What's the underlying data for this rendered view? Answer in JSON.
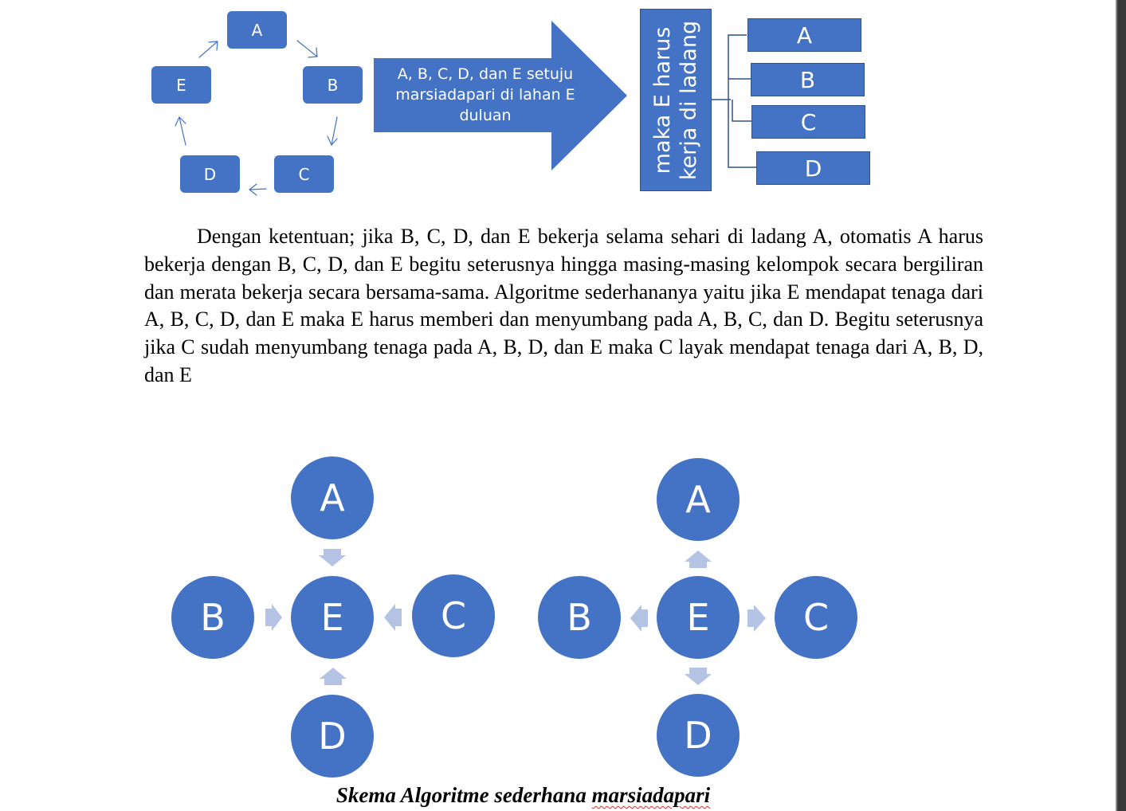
{
  "cycle_diagram": {
    "nodes": [
      "A",
      "B",
      "C",
      "D",
      "E"
    ]
  },
  "big_arrow": {
    "text": "A, B, C, D, dan E setuju marsiadapari di lahan E duluan"
  },
  "result_box": {
    "text": "maka E harus\nkerja di ladang"
  },
  "targets": [
    "A",
    "B",
    "C",
    "D"
  ],
  "paragraph": "Dengan ketentuan; jika B, C, D, dan E bekerja selama sehari di ladang A, otomatis A harus bekerja dengan B, C, D, dan E begitu seterusnya hingga masing-masing kelompok secara bergiliran dan merata bekerja secara bersama-sama. Algoritme sederhananya yaitu jika E mendapat tenaga dari A, B, C, D, dan E maka E harus memberi dan menyumbang pada A, B, C, dan D. Begitu seterusnya jika C sudah menyumbang tenaga pada A, B, D, dan E maka  C layak mendapat tenaga dari A, B, D, dan E",
  "left_scheme": {
    "top": "A",
    "left": "B",
    "center": "E",
    "right": "C",
    "bottom": "D"
  },
  "right_scheme": {
    "top": "A",
    "left": "B",
    "center": "E",
    "right": "C",
    "bottom": "D"
  },
  "caption": {
    "prefix": "Skema Algoritme sederhana ",
    "word": "marsiadapari"
  },
  "colors": {
    "node_fill": "#4472c4",
    "connector_arrow": "#b4c3e4",
    "text": "#000000"
  }
}
